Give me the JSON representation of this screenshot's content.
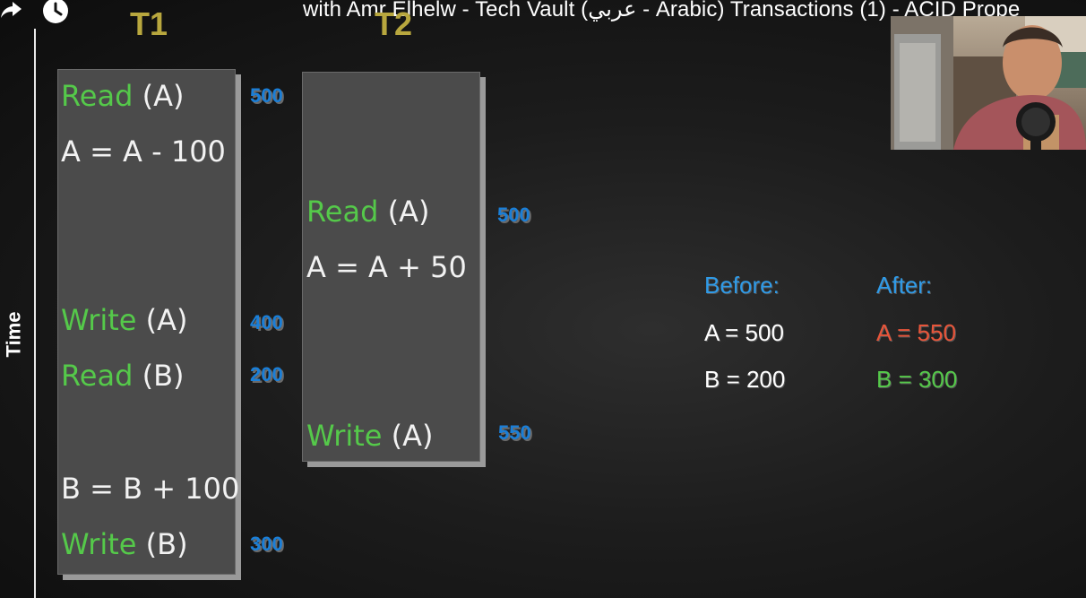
{
  "video": {
    "title": "with Amr Elhelw - Tech Vault (عربي - Arabic) Transactions (1) - ACID Prope"
  },
  "axis": {
    "label": "Time"
  },
  "t1": {
    "header": "T1",
    "ops": [
      {
        "verb": "Read",
        "arg": " (A)",
        "value": "500"
      },
      {
        "stmt": "A = A - 100"
      },
      {
        "verb": "Write",
        "arg": " (A)",
        "value": "400"
      },
      {
        "verb": "Read",
        "arg": " (B)",
        "value": "200"
      },
      {
        "stmt": "B = B + 100"
      },
      {
        "verb": "Write",
        "arg": " (B)",
        "value": "300"
      }
    ]
  },
  "t2": {
    "header": "T2",
    "ops": [
      {
        "verb": "Read",
        "arg": " (A)",
        "value": "500"
      },
      {
        "stmt": "A = A + 50"
      },
      {
        "verb": "Write",
        "arg": " (A)",
        "value": "550"
      }
    ]
  },
  "summary": {
    "before_label": "Before:",
    "after_label": "After:",
    "before_a": "A = 500",
    "before_b": "B = 200",
    "after_a": "A = 550",
    "after_b": "B = 300"
  },
  "colors": {
    "operation_verb": "#55c94a",
    "value_label": "#1a7fd8",
    "header": "#b8a73e",
    "after_a": "#e8553a",
    "after_b": "#55c94a"
  },
  "icons": {
    "share": "share-icon",
    "watch_later": "clock-icon"
  }
}
